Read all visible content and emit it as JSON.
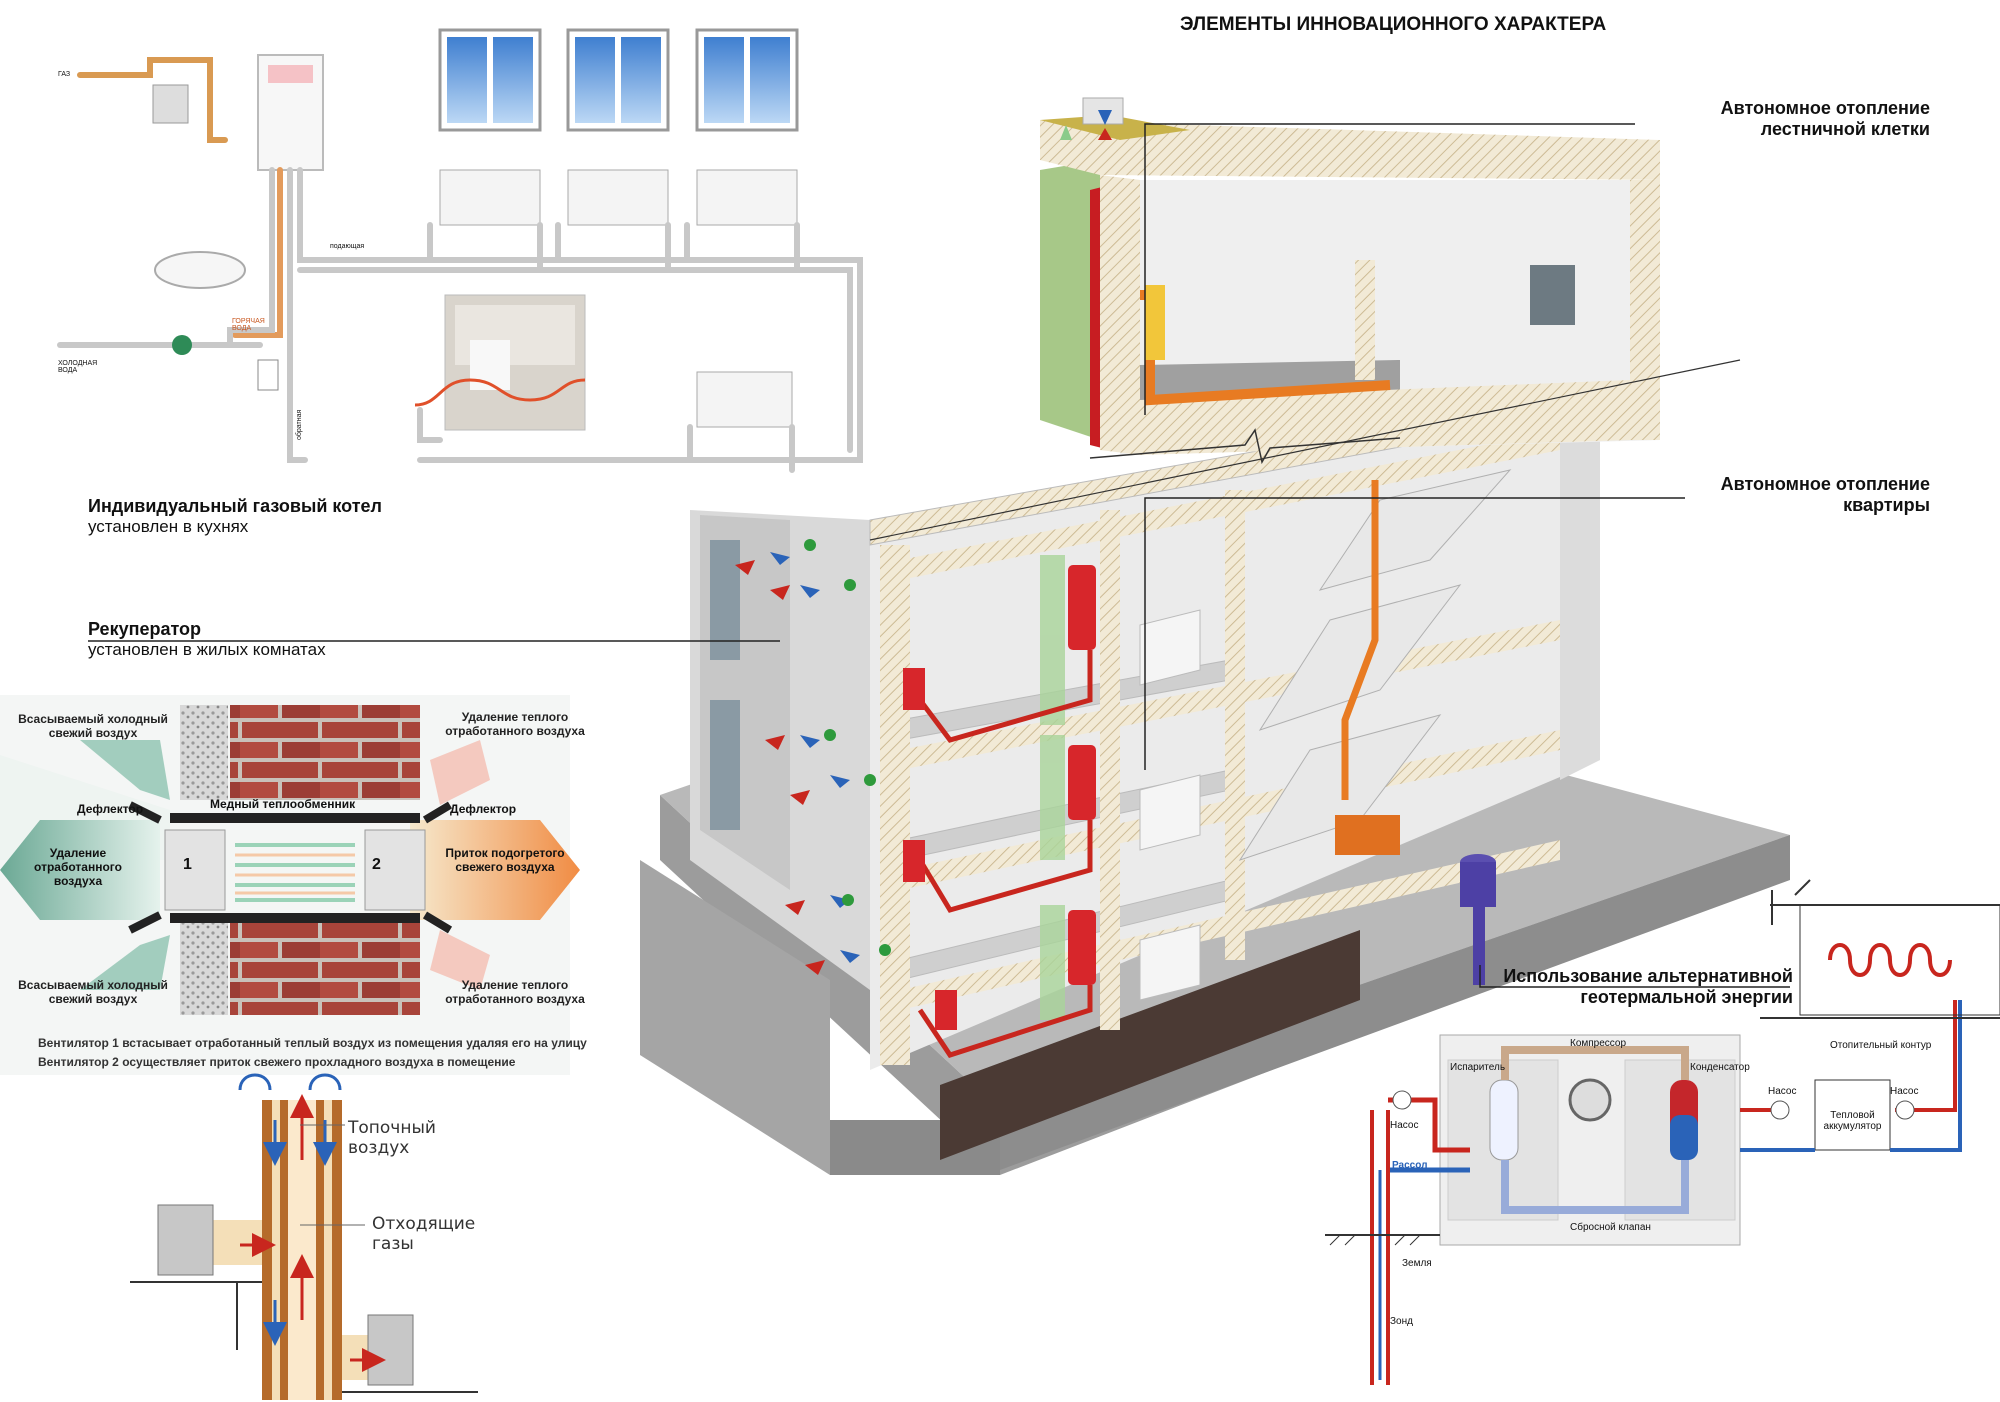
{
  "title": "ЭЛЕМЕНТЫ ИННОВАЦИОННОГО ХАРАКТЕРА",
  "callouts": {
    "stair_heating": {
      "line1": "Автономное отопление",
      "line2": "лестничной клетки"
    },
    "apartment_heating": {
      "line1": "Автономное отопление",
      "line2": "квартиры"
    },
    "geothermal": {
      "line1": "Использование альтернативной",
      "line2": "геотермальной энергии"
    },
    "gas_boiler": {
      "line1": "Индивидуальный газовый котел",
      "line2": "установлен в кухнях"
    },
    "recuperator": {
      "line1": "Рекуператор",
      "line2": "установлен в жилых комнатах"
    }
  },
  "recuperator_diagram": {
    "intake_top": "Всасываемый холодный свежий воздух",
    "intake_bottom": "Всасываемый холодный свежий воздух",
    "removal_top": "Удаление теплого отработанного воздуха",
    "removal_bottom": "Удаление теплого отработанного воздуха",
    "deflector_left": "Дефлектор",
    "deflector_right": "Дефлектор",
    "exchanger": "Медный теплообменник",
    "exhaust": "Удаление отработанного воздуха",
    "supply": "Приток подогретого свежего воздуха",
    "fan1": "1",
    "fan2": "2",
    "note1": "Вентилятор 1 встасывает отработанный теплый воздух из помещения удаляя его на улицу",
    "note2": "Вентилятор 2 осуществляет приток свежего прохладного воздуха в помещение"
  },
  "chimney_diagram": {
    "air": "Топочный воздух",
    "gases": "Отходящие газы"
  },
  "heat_pump_diagram": {
    "compressor": "Компрессор",
    "evaporator": "Испаритель",
    "condenser": "Конденсатор",
    "pump_left": "Насос",
    "pump_mid": "Насос",
    "pump_right": "Насос",
    "brine": "Рассол",
    "valve": "Сбросной клапан",
    "ground": "Земля",
    "probe": "Зонд",
    "accumulator": "Тепловой аккумулятор",
    "heating_loop": "Отопительный контур"
  },
  "boiler_diagram": {
    "gas": "ГАЗ",
    "cold_water": "ХОЛОДНАЯ ВОДА",
    "hot_water": "ГОРЯЧАЯ ВОДА",
    "supply": "подающая",
    "return": "обратная"
  },
  "colors": {
    "hot": "#c8261e",
    "cold": "#2a63b8",
    "pipe_orange": "#e87b22",
    "wall_hatch": "#efe6cf",
    "concrete": "#b7b7b7",
    "boiler_red": "#d7262b"
  }
}
